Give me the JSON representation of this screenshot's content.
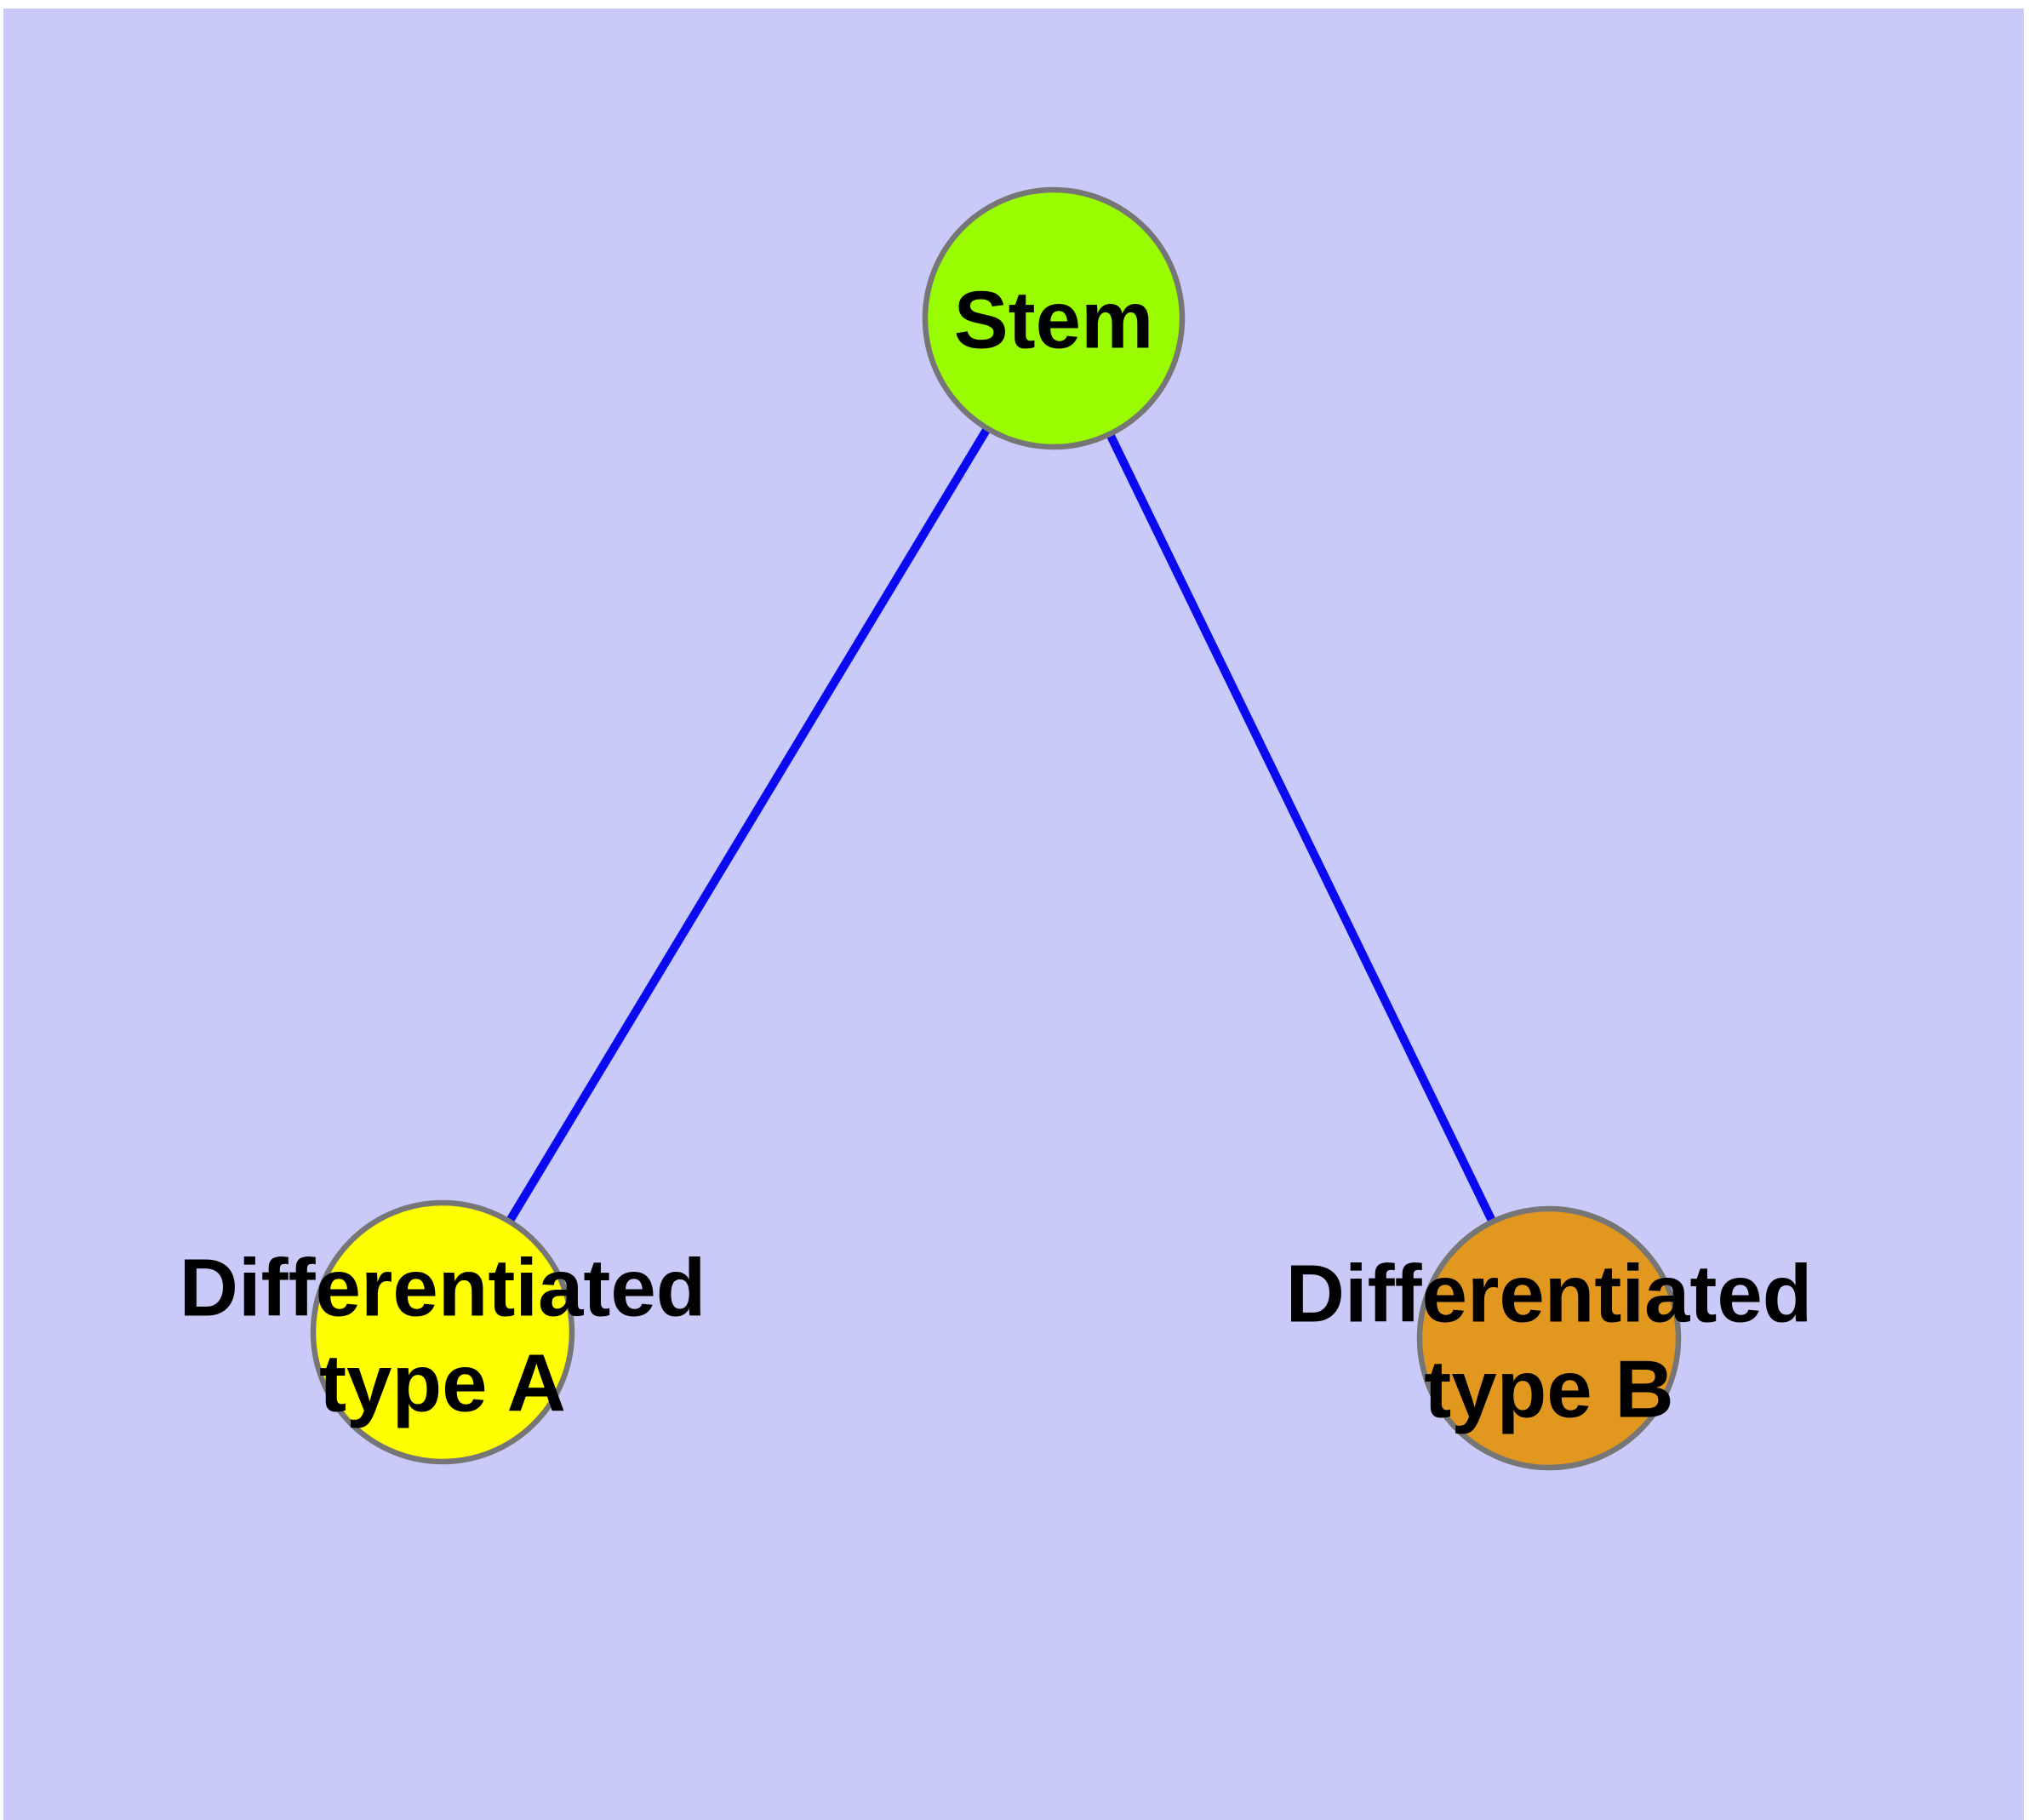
{
  "diagram": {
    "type": "node-link-graph",
    "background_color": "#CACAF9",
    "margin_color": "#FFFFFF",
    "edge_color": "#0A0AF0",
    "node_border_color": "#767676",
    "label_color": "#000000",
    "nodes": {
      "stem": {
        "label": "Stem",
        "fill": "#9AFC00"
      },
      "type_a": {
        "label_line1": "Differentiated",
        "label_line2": "type A",
        "fill": "#FFFF00"
      },
      "type_b": {
        "label_line1": "Differentiated",
        "label_line2": "type B",
        "fill": "#E2981F"
      }
    },
    "edges": [
      {
        "from": "Stem",
        "to": "Differentiated type A"
      },
      {
        "from": "Stem",
        "to": "Differentiated type B"
      }
    ]
  }
}
